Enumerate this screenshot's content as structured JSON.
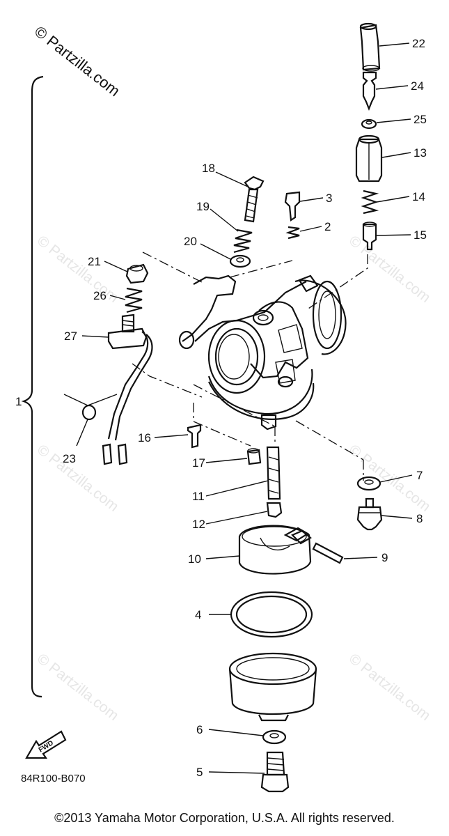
{
  "watermark": "© Partzilla.com",
  "diagram_code": "84R100-B070",
  "fwd_label": "FWD",
  "copyright": "©2013  Yamaha Motor Corporation, U.S.A. All rights reserved.",
  "callouts": {
    "c1": "1",
    "c2": "2",
    "c3": "3",
    "c4": "4",
    "c5": "5",
    "c6": "6",
    "c7": "7",
    "c8": "8",
    "c9": "9",
    "c10": "10",
    "c11": "11",
    "c12": "12",
    "c13": "13",
    "c14": "14",
    "c15": "15",
    "c16": "16",
    "c17": "17",
    "c18": "18",
    "c19": "19",
    "c20": "20",
    "c21": "21",
    "c22": "22",
    "c23": "23",
    "c24": "24",
    "c25": "25",
    "c26": "26",
    "c27": "27"
  }
}
